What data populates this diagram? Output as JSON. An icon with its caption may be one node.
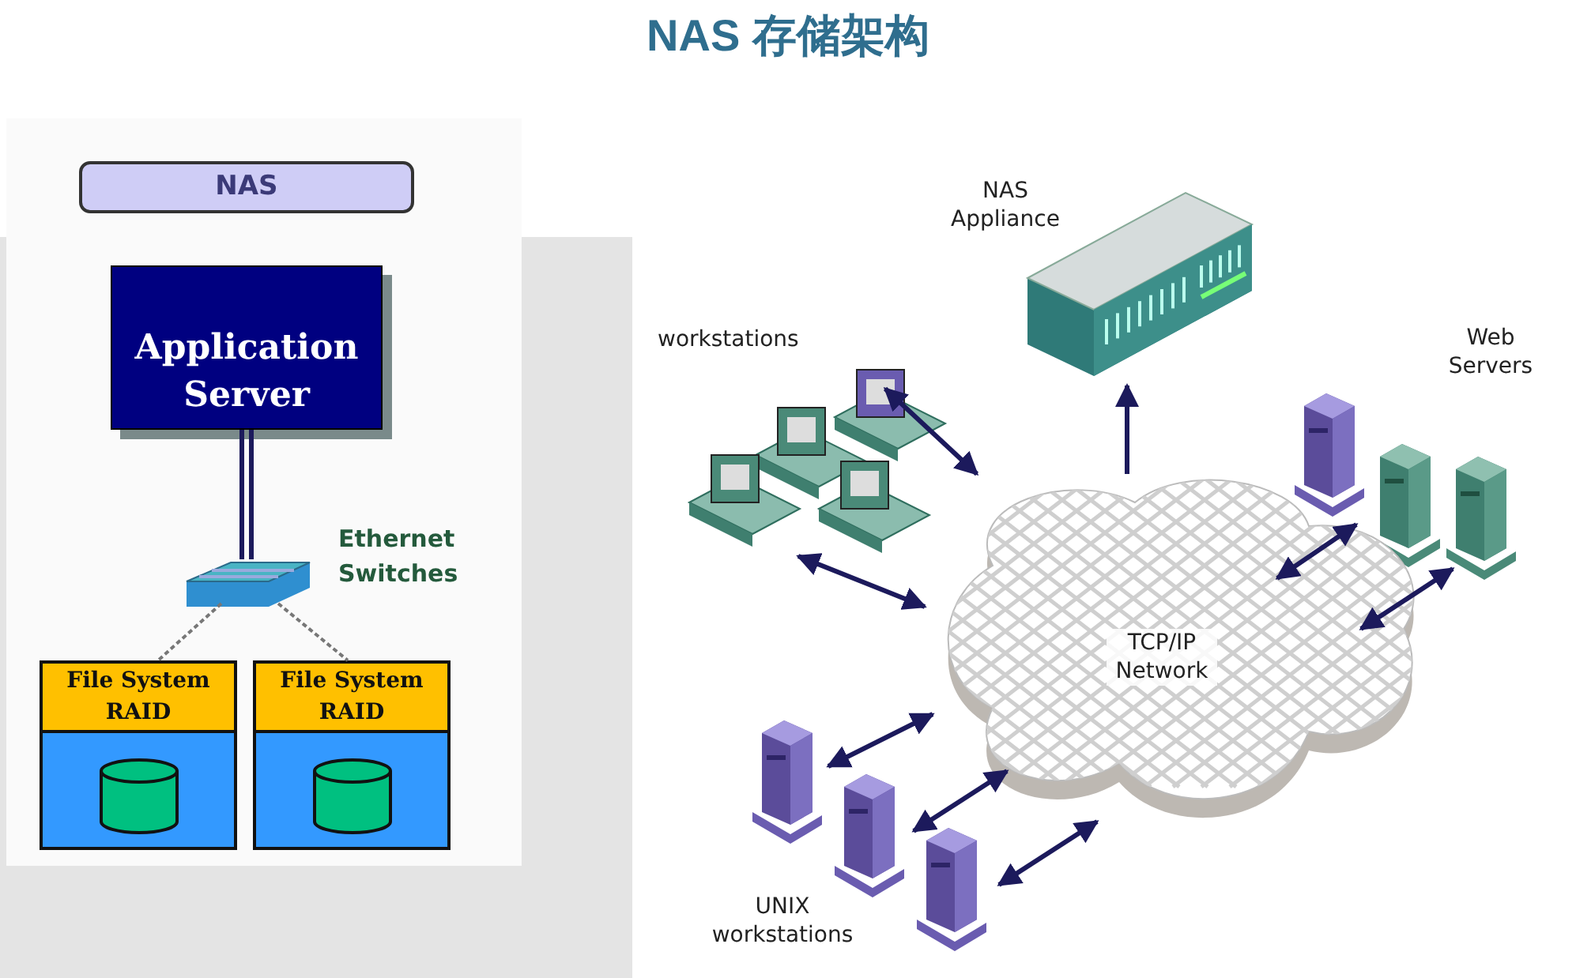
{
  "diagram": {
    "title": "NAS 存储架构",
    "nodes": [
      {
        "text": [
          "NAS"
        ]
      },
      {
        "text": [
          "Application Server"
        ]
      },
      {
        "text": [],
        "shape": "picture",
        "beside": [
          "Ethernet Switches"
        ]
      },
      {
        "text": [
          "File System RAID"
        ]
      },
      {
        "text": [
          "File System RAID"
        ]
      },
      {
        "text": [],
        "shape": "picture",
        "beside": [
          "NAS Appliance"
        ]
      },
      {
        "text": [],
        "shape": "picture",
        "beside": [
          "workstations"
        ]
      },
      {
        "text": [],
        "shape": "picture",
        "beside": [
          "Web Servers"
        ]
      },
      {
        "text": [
          "TCP/IP Network"
        ]
      },
      {
        "text": [],
        "shape": "picture"
      },
      {
        "text": [],
        "shape": "picture"
      },
      {
        "text": [],
        "shape": "picture"
      }
    ],
    "edges": [
      {
        "from": 1,
        "to": 2,
        "arrow": "none"
      },
      {
        "from": 2,
        "to": 3,
        "arrow": "none",
        "style": "dashed",
        "color": "#777777"
      },
      {
        "from": 2,
        "to": 4,
        "arrow": "none",
        "style": "dashed",
        "color": "#777777"
      },
      {
        "from": 8,
        "to": 5,
        "arrow": "to"
      },
      {
        "from": 6,
        "to": 8,
        "arrow": "both"
      },
      {
        "from": 6,
        "to": 8,
        "arrow": "both"
      },
      {
        "from": 7,
        "to": 8,
        "arrow": "both"
      },
      {
        "from": 7,
        "to": 8,
        "arrow": "both"
      },
      {
        "from": 9,
        "to": 8,
        "arrow": "both"
      },
      {
        "from": 10,
        "to": 8,
        "arrow": "both"
      },
      {
        "from": 11,
        "to": 8,
        "arrow": "both"
      }
    ],
    "labels": [
      "UNIX workstations"
    ]
  }
}
